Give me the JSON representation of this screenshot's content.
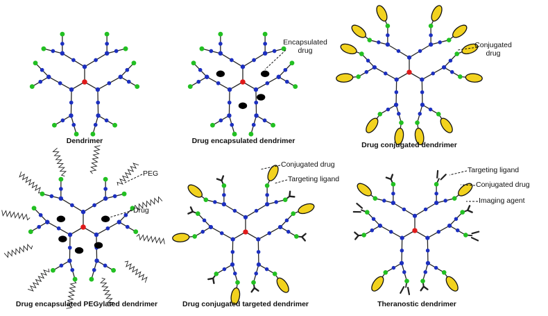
{
  "colors": {
    "core": "#e01a1a",
    "branch_node": "#1c2fbf",
    "terminal": "#22c022",
    "drug": "#f2d21e",
    "encapsulated_drug": "#000000",
    "line": "#222222",
    "background": "#ffffff"
  },
  "panels": [
    {
      "id": "dendrimer",
      "caption": "Dendrimer",
      "encapsulated_drugs": 0,
      "peg_chains": false,
      "terminal_decoration": "none",
      "callouts": []
    },
    {
      "id": "drug-encapsulated",
      "caption": "Drug encapsulated dendrimer",
      "encapsulated_drugs": 4,
      "peg_chains": false,
      "terminal_decoration": "none",
      "callouts": [
        {
          "id": "encapsulated-drug",
          "text": "Encapsulated\ndrug"
        }
      ]
    },
    {
      "id": "drug-conjugated",
      "caption": "Drug conjugated dendrimer",
      "encapsulated_drugs": 0,
      "peg_chains": false,
      "terminal_decoration": "drug",
      "callouts": [
        {
          "id": "conjugated-drug",
          "text": "Conjugated\ndrug"
        }
      ]
    },
    {
      "id": "drug-encapsulated-pegylated",
      "caption": "Drug encapsulated PEGylated dendrimer",
      "encapsulated_drugs": 5,
      "peg_chains": true,
      "terminal_decoration": "none",
      "callouts": [
        {
          "id": "peg",
          "text": "PEG"
        },
        {
          "id": "drug",
          "text": "Drug"
        }
      ]
    },
    {
      "id": "drug-conjugated-targeted",
      "caption": "Drug conjugated targeted dendrimer",
      "encapsulated_drugs": 0,
      "peg_chains": false,
      "terminal_decoration": "drug-and-ligand",
      "callouts": [
        {
          "id": "conjugated-drug",
          "text": "Conjugated drug"
        },
        {
          "id": "targeting-ligand",
          "text": "Targeting ligand"
        }
      ]
    },
    {
      "id": "theranostic",
      "caption": "Theranostic dendrimer",
      "encapsulated_drugs": 0,
      "peg_chains": false,
      "terminal_decoration": "drug-ligand-imaging",
      "callouts": [
        {
          "id": "targeting-ligand",
          "text": "Targeting ligand"
        },
        {
          "id": "conjugated-drug",
          "text": "Conjugated drug"
        },
        {
          "id": "imaging-agent",
          "text": "Imaging agent"
        }
      ]
    }
  ]
}
